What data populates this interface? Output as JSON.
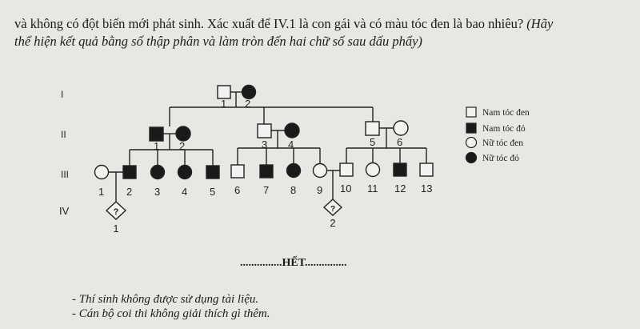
{
  "question": {
    "line1_normal": "và không có đột biến mới phát sinh. Xác xuất để IV.1 là con gái và có màu tóc đen là bao nhiêu? ",
    "line1_italic": "(Hãy",
    "line2_italic": "thể hiện kết quả bằng số thập phân và làm tròn đến hai chữ số sau dấu phẩy)"
  },
  "pedigree": {
    "generations": [
      "I",
      "II",
      "III",
      "IV"
    ],
    "numbers": {
      "I": [
        "1",
        "2"
      ],
      "II": [
        "1",
        "2",
        "3",
        "4",
        "5",
        "6"
      ],
      "III": [
        "1",
        "2",
        "3",
        "4",
        "5",
        "6",
        "7",
        "8",
        "9",
        "10",
        "11",
        "12",
        "13"
      ],
      "IV": [
        "1",
        "2"
      ]
    },
    "unknown_mark": "?",
    "legend": [
      {
        "shape": "square",
        "filled": false,
        "label": "Nam tóc đen"
      },
      {
        "shape": "square",
        "filled": true,
        "label": "Nam tóc đỏ"
      },
      {
        "shape": "circle",
        "filled": false,
        "label": "Nữ tóc đen"
      },
      {
        "shape": "circle",
        "filled": true,
        "label": "Nữ tóc đỏ"
      }
    ]
  },
  "end_text": {
    "dots_left": "...............",
    "word": "HẾT",
    "dots_right": "..............."
  },
  "notes": [
    "- Thí sinh không được sử dụng tài liệu.",
    "- Cán bộ coi thi không giải thích gì thêm."
  ]
}
